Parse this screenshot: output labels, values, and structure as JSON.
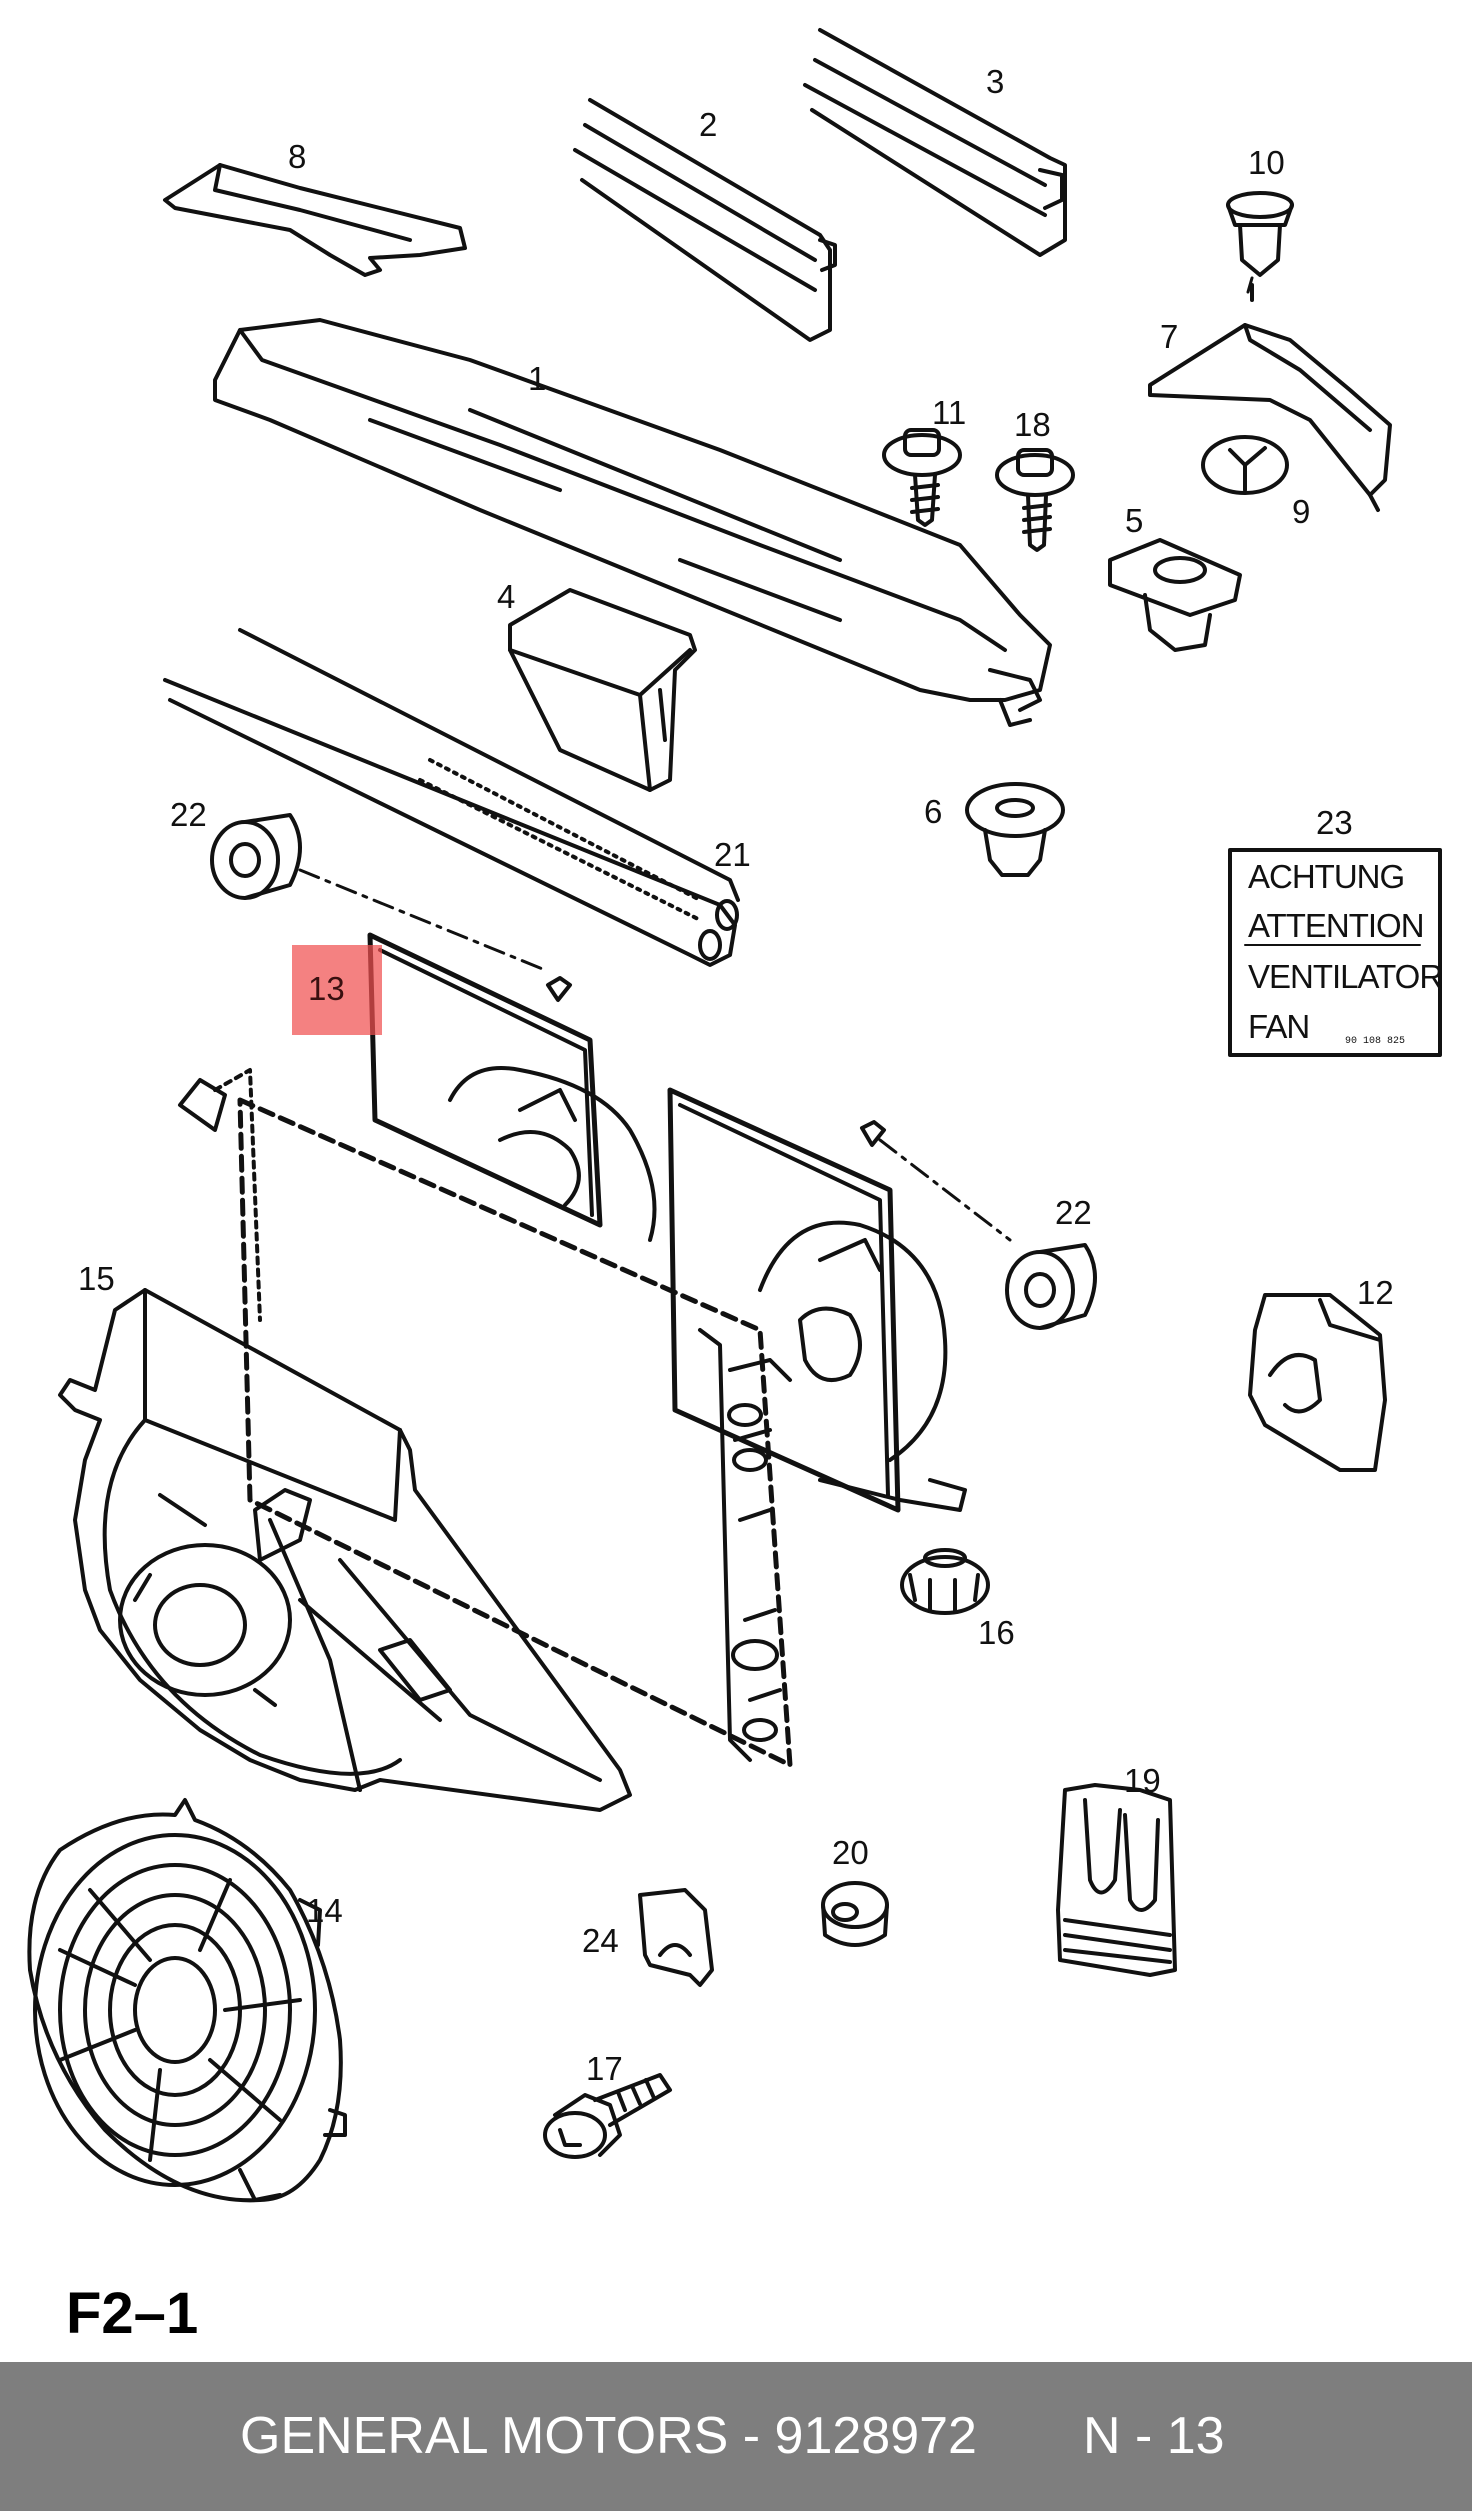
{
  "diagram": {
    "callouts": [
      "1",
      "2",
      "3",
      "4",
      "5",
      "6",
      "7",
      "8",
      "9",
      "10",
      "11",
      "12",
      "13",
      "14",
      "15",
      "16",
      "17",
      "18",
      "19",
      "20",
      "21",
      "22",
      "22",
      "23",
      "24"
    ],
    "highlighted_callout": "13",
    "label23_lines": [
      "ACHTUNG",
      "ATTENTION",
      "VENTILATOR",
      "FAN"
    ],
    "label23_code": "90 108 825",
    "figure_id": "F2–1"
  },
  "footer": {
    "manufacturer_part": "GENERAL MOTORS - 9128972",
    "reference": "N - 13"
  },
  "colors": {
    "line": "#111111",
    "highlight": "#f05050",
    "footer_bg": "#7e7e7e",
    "footer_text": "#ffffff"
  }
}
